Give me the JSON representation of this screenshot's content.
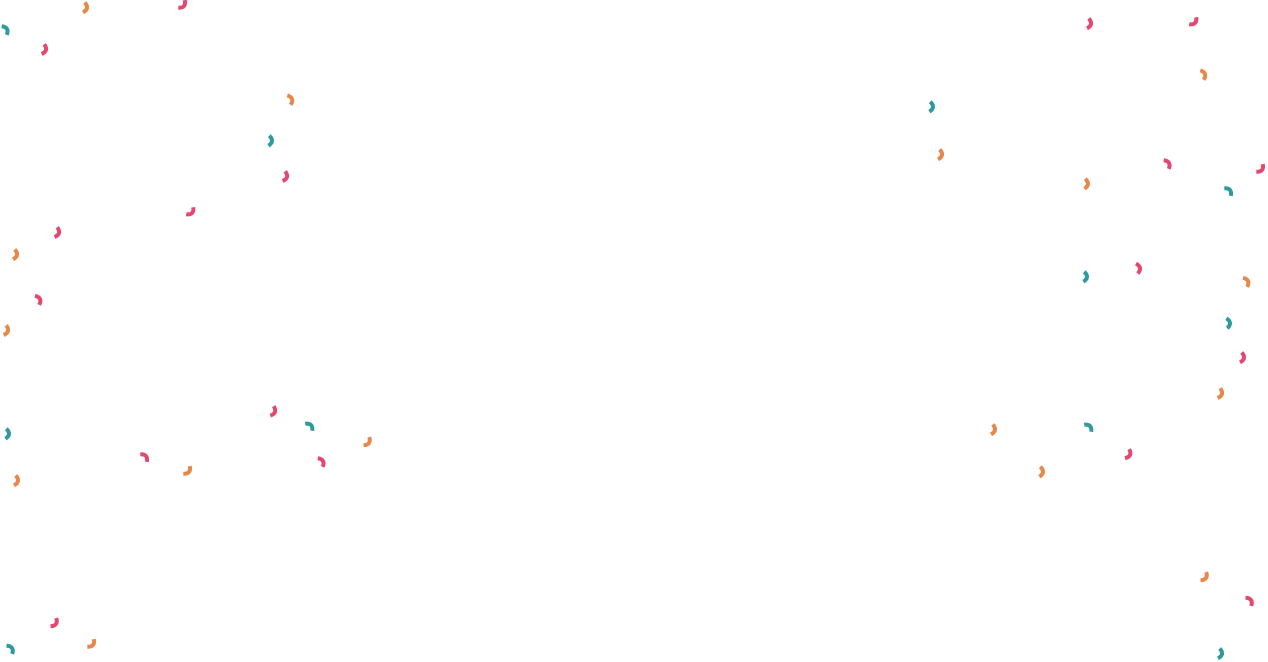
{
  "colors": {
    "background": "#ffffff",
    "teal": "#2e9a9e",
    "orange": "#e8874a",
    "pink": "#e4476f"
  },
  "confetti": {
    "icon": "confetti-curl-icon",
    "palette": [
      "teal",
      "orange",
      "pink"
    ]
  }
}
